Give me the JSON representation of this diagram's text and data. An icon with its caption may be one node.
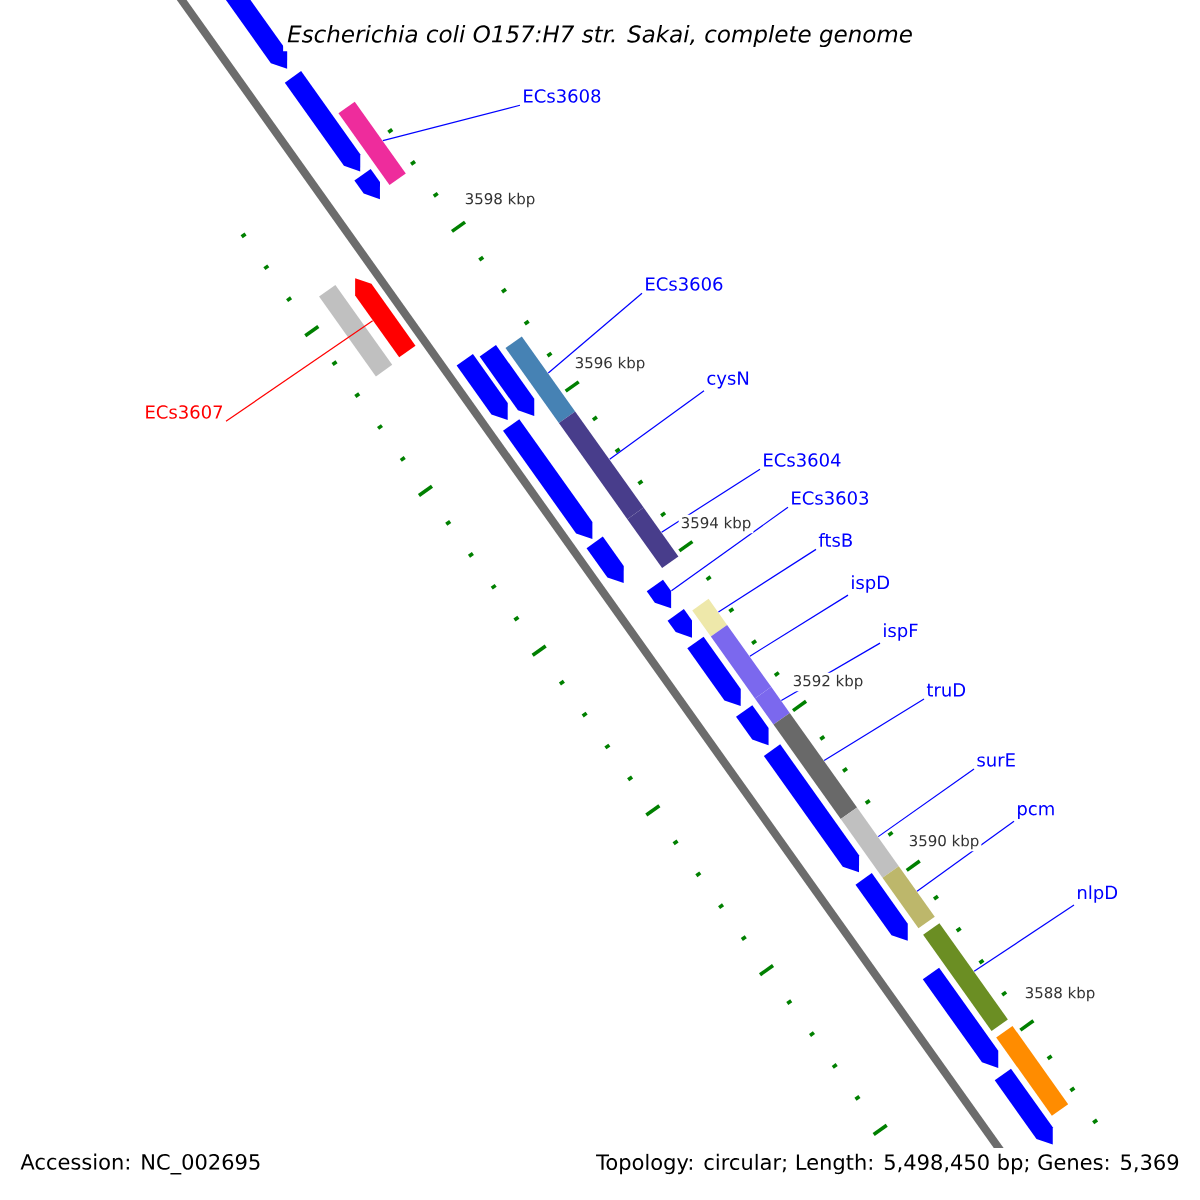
{
  "diagram": {
    "title": "Escherichia coli O157:H7 str. Sakai, complete genome",
    "nodes": [
      {
        "text": [
          "ECs3608"
        ]
      },
      {
        "text": [
          "ECs3607"
        ]
      },
      {
        "text": [
          "ECs3606"
        ]
      },
      {
        "text": [
          "cysN"
        ]
      },
      {
        "text": [
          "ECs3604"
        ]
      },
      {
        "text": [
          "ECs3603"
        ]
      },
      {
        "text": [
          "ftsB"
        ]
      },
      {
        "text": [
          "ispD"
        ]
      },
      {
        "text": [
          "ispF"
        ]
      },
      {
        "text": [
          "truD"
        ]
      },
      {
        "text": [
          "surE"
        ]
      },
      {
        "text": [
          "pcm"
        ]
      },
      {
        "text": [
          "nlpD"
        ]
      },
      {
        "text": [],
        "shape": "arrow"
      },
      {
        "text": [],
        "shape": "arrow"
      },
      {
        "text": [],
        "shape": "bar"
      },
      {
        "text": [],
        "shape": "arrow"
      },
      {
        "text": [],
        "shape": "bar"
      },
      {
        "text": [],
        "shape": "arrow"
      },
      {
        "text": [],
        "shape": "arrow"
      },
      {
        "text": [],
        "shape": "arrow"
      },
      {
        "text": [],
        "shape": "bar"
      },
      {
        "text": [],
        "shape": "arrow"
      },
      {
        "text": [],
        "shape": "bar"
      },
      {
        "text": [],
        "shape": "bar"
      },
      {
        "text": [],
        "shape": "arrow"
      },
      {
        "text": [],
        "shape": "arrow"
      },
      {
        "text": [],
        "shape": "arrow"
      },
      {
        "text": [],
        "shape": "bar"
      },
      {
        "text": [],
        "shape": "arrow"
      },
      {
        "text": [],
        "shape": "bar"
      },
      {
        "text": [],
        "shape": "bar"
      },
      {
        "text": [],
        "shape": "arrow"
      },
      {
        "text": [],
        "shape": "bar"
      },
      {
        "text": [],
        "shape": "arrow"
      },
      {
        "text": [],
        "shape": "bar"
      },
      {
        "text": [],
        "shape": "arrow"
      },
      {
        "text": [],
        "shape": "bar"
      },
      {
        "text": [],
        "shape": "bar"
      },
      {
        "text": [],
        "shape": "arrow"
      },
      {
        "text": [],
        "shape": "bar"
      },
      {
        "text": [],
        "shape": "arrow"
      }
    ],
    "edges": [
      {
        "from": 0,
        "to": 15,
        "arrow": "none"
      },
      {
        "from": 1,
        "to": 18,
        "arrow": "none",
        "color": "#ff0000"
      },
      {
        "from": 2,
        "to": 21,
        "arrow": "none"
      },
      {
        "from": 3,
        "to": 23,
        "arrow": "none"
      },
      {
        "from": 4,
        "to": 24,
        "arrow": "none"
      },
      {
        "from": 5,
        "to": 26,
        "arrow": "none"
      },
      {
        "from": 6,
        "to": 28,
        "arrow": "none"
      },
      {
        "from": 7,
        "to": 30,
        "arrow": "none"
      },
      {
        "from": 8,
        "to": 31,
        "arrow": "none"
      },
      {
        "from": 9,
        "to": 33,
        "arrow": "none"
      },
      {
        "from": 10,
        "to": 35,
        "arrow": "none"
      },
      {
        "from": 11,
        "to": 37,
        "arrow": "none"
      },
      {
        "from": 12,
        "to": 38,
        "arrow": "none"
      }
    ],
    "labels": [
      "3598 kbp",
      "3596 kbp",
      "3594 kbp",
      "3592 kbp",
      "3590 kbp",
      "3588 kbp",
      "Accession: NC_002695",
      "Topology: circular; Length: 5,498,450 bp; Genes: 5,369"
    ]
  }
}
